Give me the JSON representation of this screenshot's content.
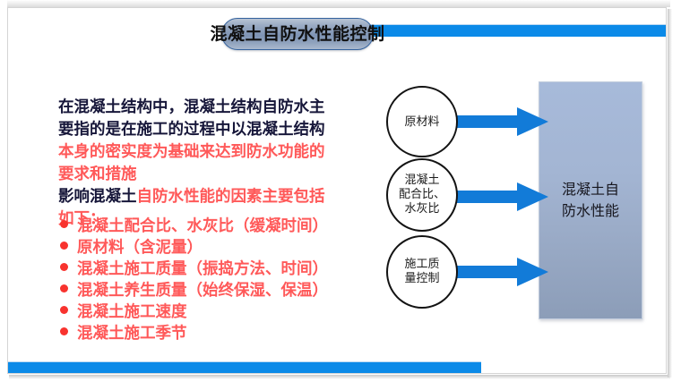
{
  "slide": {
    "title": "混凝土自防水性能控制",
    "accent_color": "#0B8AE8",
    "title_text_color": "#101010",
    "body_dark_color": "#17173A",
    "body_red_color": "#FF5959",
    "bullet_color": "#F8332E"
  },
  "body": {
    "lines": [
      {
        "segments": [
          {
            "text": "在混凝土结构中，混凝土结构自防水主",
            "color": "dark"
          }
        ]
      },
      {
        "segments": [
          {
            "text": "要指的是在施工的过程中以混凝土结构",
            "color": "dark"
          }
        ]
      },
      {
        "segments": [
          {
            "text": "本身的密实度为基础来达到防水功能的",
            "color": "red"
          }
        ]
      },
      {
        "segments": [
          {
            "text": "要求和措施",
            "color": "red"
          }
        ]
      },
      {
        "segments": [
          {
            "text": "影响混凝土",
            "color": "dark"
          },
          {
            "text": "自防水性能的因素主要包括",
            "color": "red"
          }
        ]
      },
      {
        "segments": [
          {
            "text": "如下：",
            "color": "red"
          }
        ]
      }
    ]
  },
  "bullets": [
    "混凝土配合比、水灰比（缓凝时间）",
    "原材料（含泥量）",
    "混凝土施工质量（振捣方法、时间）",
    "混凝土养生质量（始终保湿、保温）",
    "混凝土施工速度",
    "混凝土施工季节"
  ],
  "diagram": {
    "arrow_color": "#127BD8",
    "nodes": [
      {
        "id": "raw-material",
        "lines": [
          "原材料"
        ]
      },
      {
        "id": "mix-ratio",
        "lines": [
          "混凝土",
          "配合比、",
          "水灰比"
        ]
      },
      {
        "id": "construction-quality",
        "lines": [
          "施工质",
          "量控制"
        ]
      }
    ],
    "result": {
      "lines": [
        "混凝土自",
        "防水性能"
      ],
      "gradient_from": "#A7BADA",
      "gradient_to": "#8C9DB8"
    }
  }
}
